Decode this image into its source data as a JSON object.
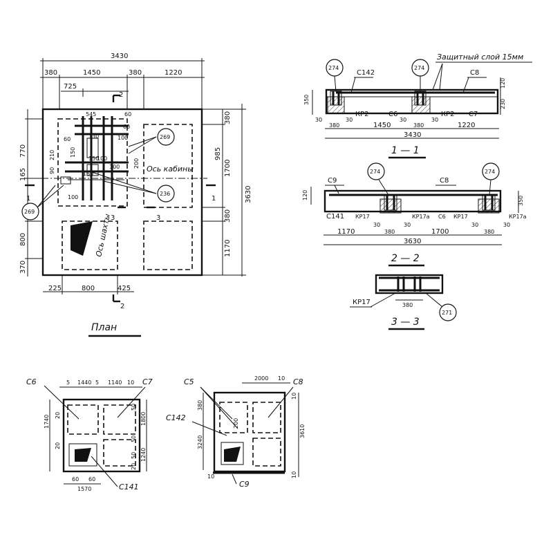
{
  "plan": {
    "title": "План",
    "dims_top": {
      "overall": "3430",
      "d1": "380",
      "d2": "1450",
      "d3": "380",
      "d4": "1220",
      "d5": "725",
      "d6": "545",
      "d7": "60",
      "d8": "60"
    },
    "dims_bottom": {
      "d1": "225",
      "d2": "800",
      "d3": "425"
    },
    "dims_left": {
      "d1": "770",
      "d2": "165",
      "d3": "800",
      "d4": "370",
      "d5": "210",
      "d6": "90",
      "d7": "60"
    },
    "dims_right": {
      "overall": "3630",
      "d1": "380",
      "d2": "985",
      "d3": "1700",
      "d4": "380",
      "d5": "1170"
    },
    "inner_dims": {
      "a": "130",
      "b": "150",
      "c": "100",
      "d": "100",
      "e": "200",
      "f": "150",
      "g": "150",
      "h": "100",
      "i": "100"
    },
    "labels": {
      "cabin_axis": "Ось кабины",
      "shaft_axis": "Ось шахты"
    },
    "bubbles": {
      "b1": "269",
      "b2": "236",
      "b3": "269"
    },
    "section_marks": {
      "s1": "1",
      "s2": "2",
      "s3": "3"
    }
  },
  "section_1_1": {
    "title": "1 — 1",
    "note": "Защитный слой 15мм",
    "bubbles": {
      "a": "274",
      "b": "274"
    },
    "labels": {
      "c142": "С142",
      "c8": "С8",
      "kp2a": "КР2",
      "c6": "С6",
      "kp2b": "КР2",
      "c7": "С7"
    },
    "dims": {
      "left1": "350",
      "right1": "120",
      "right2": "230",
      "a": "30",
      "b": "30",
      "c": "30",
      "d": "30",
      "e": "380",
      "f": "1450",
      "g": "380",
      "h": "1220",
      "overall": "3430"
    }
  },
  "section_2_2": {
    "title": "2 — 2",
    "bubbles": {
      "a": "274",
      "b": "274"
    },
    "labels": {
      "c9": "С9",
      "c8": "С8",
      "c141": "С141",
      "kp17a": "КР17",
      "kp17a2": "КР17а",
      "c6": "С6",
      "kp17b": "КР17",
      "kp17b2": "КР17а"
    },
    "dims": {
      "left1": "120",
      "right1": "350",
      "a": "30",
      "b": "30",
      "c": "30",
      "d": "30",
      "e": "1170",
      "f": "380",
      "g": "1700",
      "h": "380",
      "overall": "3630"
    }
  },
  "section_3_3": {
    "title": "3 — 3",
    "labels": {
      "kp17": "КР17",
      "dim": "380"
    },
    "bubble": "271"
  },
  "slab_left": {
    "labels": {
      "c6": "С6",
      "c7": "С7",
      "c141": "С141"
    },
    "dims": {
      "t1": "5",
      "t2": "1440",
      "t3": "5",
      "t4": "1140",
      "t5": "10",
      "l1": "1740",
      "l2": "20",
      "l3": "20",
      "r1": "50",
      "r2": "1800",
      "r3": "50",
      "r4": "50",
      "r5": "1240",
      "r6": "20",
      "b1": "60",
      "b2": "60",
      "b3": "1570"
    }
  },
  "slab_right": {
    "labels": {
      "c5": "С5",
      "c8": "С8",
      "c142": "С142",
      "c9": "С9"
    },
    "dims": {
      "t1": "2000",
      "t2": "10",
      "l1": "380",
      "l2": "3240",
      "r1": "3610",
      "r2": "10",
      "r3": "10",
      "i1": "200",
      "b1": "10"
    }
  }
}
